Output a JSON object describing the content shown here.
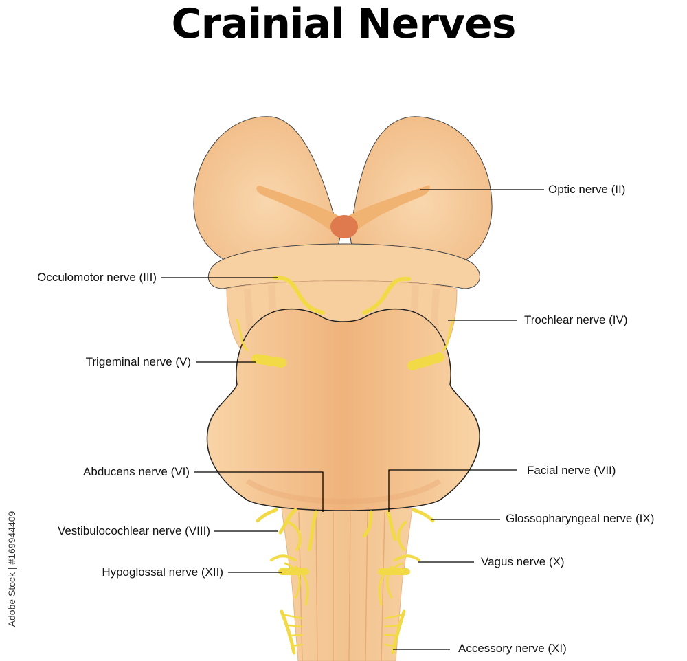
{
  "title": "Crainial Nerves",
  "watermark": "Adobe Stock | #169944409",
  "labels": {
    "optic": "Optic nerve (II)",
    "occulomotor": "Occulomotor nerve (III)",
    "trochlear": "Trochlear nerve (IV)",
    "trigeminal": "Trigeminal nerve (V)",
    "abducens": "Abducens nerve (VI)",
    "facial": "Facial nerve (VII)",
    "vestibulocochlear": "Vestibulocochlear nerve (VIII)",
    "glossopharyngeal": "Glossopharyngeal nerve (IX)",
    "vagus": "Vagus nerve (X)",
    "hypoglossal": "Hypoglossal nerve (XII)",
    "accessory": "Accessory nerve (XI)"
  },
  "colors": {
    "tissue": "#f8d3a5",
    "tissue_dark": "#f0b982",
    "nerve": "#f2da46",
    "pituitary": "#de7a4e"
  }
}
